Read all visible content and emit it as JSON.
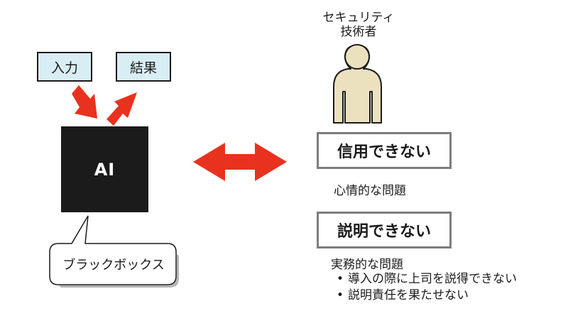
{
  "left": {
    "input_label": "入力",
    "result_label": "結果",
    "ai_label": "AI",
    "blackbox_label": "ブラックボックス"
  },
  "right": {
    "engineer_line1": "セキュリティ",
    "engineer_line2": "技術者",
    "trust_claim": "信用できない",
    "trust_note": "心情的な問題",
    "explain_claim": "説明できない",
    "explain_note": "実務的な問題",
    "explain_bullets": [
      "導入の際に上司を説得できない",
      "説明責任を果たせない"
    ],
    "bullet_mark": "•"
  },
  "colors": {
    "arrow_red": "#e8321e",
    "input_box_fill": "#d8eef4",
    "ai_block": "#1b1b1b",
    "claim_border": "#7d7d7d",
    "person_fill": "#ece1bf"
  },
  "icons": {
    "person": "person-figure-icon"
  }
}
